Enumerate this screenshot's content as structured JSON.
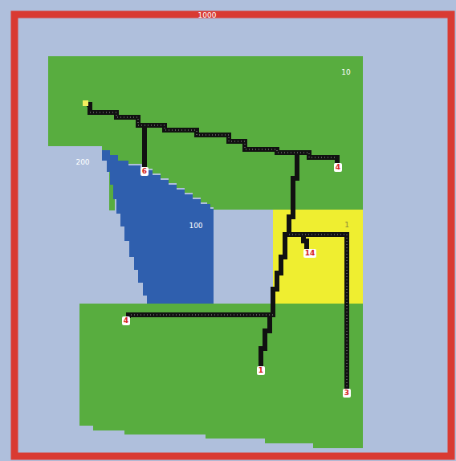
{
  "diagram": {
    "labels": [
      "1000",
      "10",
      "200",
      "100",
      "1",
      "6",
      "4",
      "14",
      "4",
      "1",
      "3"
    ]
  }
}
